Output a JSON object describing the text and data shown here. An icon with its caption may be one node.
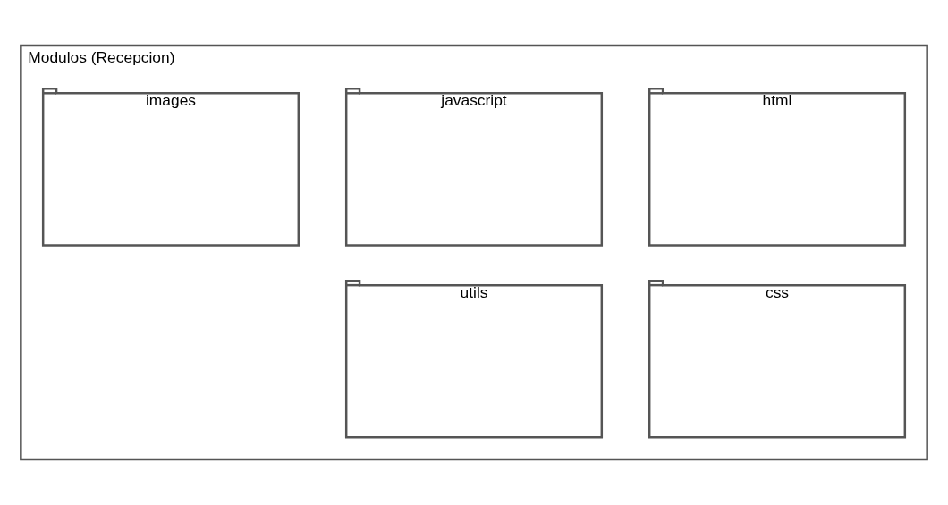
{
  "diagram": {
    "nodes": [
      {
        "text": [
          "Modulos (Recepcion)"
        ]
      },
      {
        "text": [
          "html"
        ],
        "in": 0
      },
      {
        "text": [
          "javascript"
        ],
        "in": 0
      },
      {
        "text": [
          "images"
        ],
        "in": 0
      },
      {
        "text": [
          "css"
        ],
        "in": 0
      },
      {
        "text": [
          "utils"
        ],
        "in": 0
      }
    ]
  }
}
